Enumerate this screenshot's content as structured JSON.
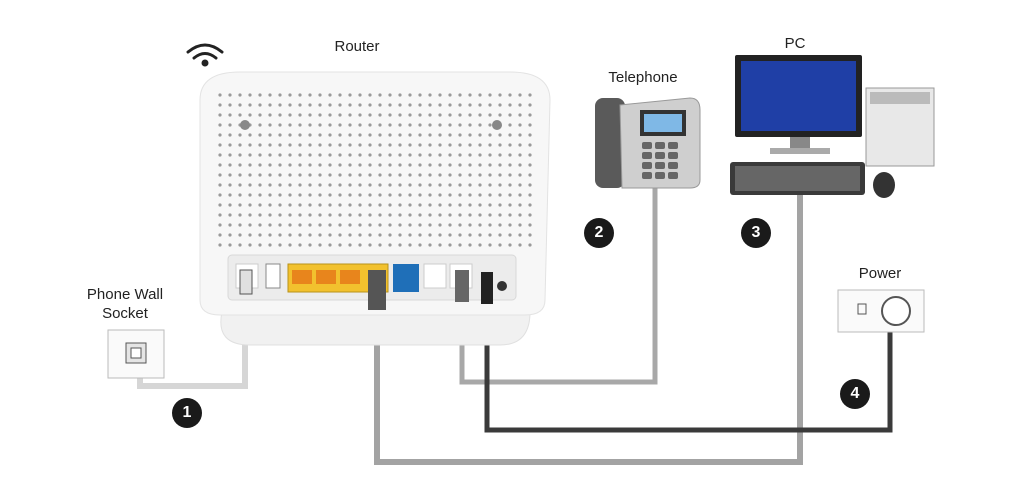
{
  "labels": {
    "router": "Router",
    "telephone": "Telephone",
    "pc": "PC",
    "power": "Power",
    "wall_socket_line1": "Phone Wall",
    "wall_socket_line2": "Socket"
  },
  "steps": [
    "1",
    "2",
    "3",
    "4"
  ],
  "colors": {
    "cable_light": "#d0d0d0",
    "cable_mid": "#a3a3a3",
    "cable_dark": "#3a3a3a",
    "lan_ports": "#f2c12e",
    "wan_port": "#1f6fb8",
    "step_badge": "#1a1a1a"
  }
}
